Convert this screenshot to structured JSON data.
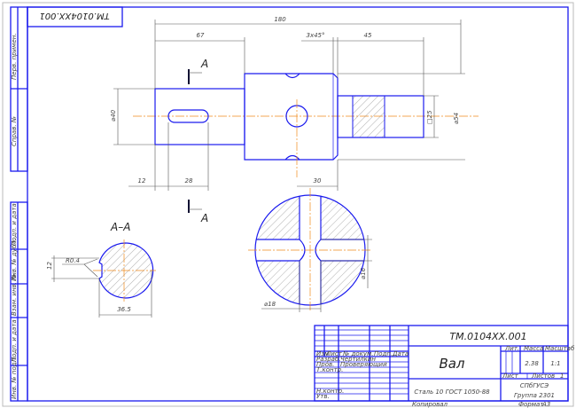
{
  "drawing": {
    "code": "ТМ.0104ХХ.001",
    "code_rotated": "ТМ.0104ХХ.001",
    "side_labels": [
      "Перв. примен.",
      "Справ. №",
      "Подп. и дата",
      "Инв. № дубл.",
      "Взам. инв. №",
      "Подп. и дата",
      "Инв. № подл."
    ],
    "dimensions": {
      "total_length": "180",
      "len_67": "67",
      "chamfer": "3x45°",
      "len_45": "45",
      "dia_40": "⌀40",
      "dia_54": "⌀54",
      "square_25": "□25",
      "len_12": "12",
      "len_28": "28",
      "len_30": "30",
      "section_width": "12",
      "radius": "R0.4",
      "section_depth": "36.5",
      "dia_16": "⌀16",
      "dia_18": "⌀18"
    },
    "section_mark": "A",
    "section_title": "А–А"
  },
  "title_block": {
    "headers": [
      "Изм",
      "Лист",
      "№ докум.",
      "Подп.",
      "Дата"
    ],
    "roles": [
      {
        "role": "Разраб.",
        "name": "Чертилкин"
      },
      {
        "role": "Пров.",
        "name": "Проверяющий"
      },
      {
        "role": "Т.контр.",
        "name": ""
      },
      {
        "role": "",
        "name": ""
      },
      {
        "role": "Н.контр.",
        "name": ""
      },
      {
        "role": "Утв.",
        "name": ""
      }
    ],
    "part_name": "Вал",
    "material": "Сталь 10  ГОСТ 1050-88",
    "lit_label": "Лит.",
    "mass_label": "Масса",
    "scale_label": "Масштаб",
    "mass": "2.38",
    "scale": "1:1",
    "sheet_label": "Лист",
    "sheets_label": "Листов",
    "sheets": "1",
    "org": "СПбГУСЭ",
    "group": "Группа 2301",
    "copied": "Копировал",
    "format_label": "Формат",
    "format": "A3"
  }
}
